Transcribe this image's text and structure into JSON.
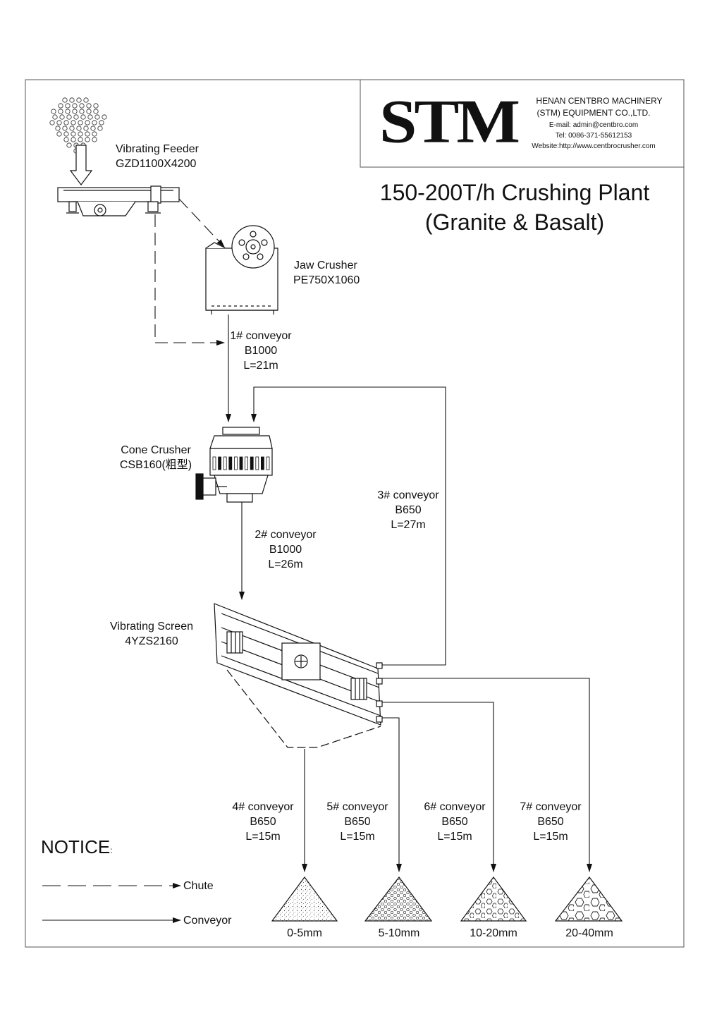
{
  "company": {
    "logo": "STM",
    "name_line1": "HENAN CENTBRO MACHINERY",
    "name_line2": "(STM) EQUIPMENT  CO.,LTD.",
    "email": "E-mail:  admin@centbro.com",
    "tel": "Tel:  0086-371-55612153",
    "website": "Website:http://www.centbrocrusher.com"
  },
  "title": {
    "line1": "150-200T/h Crushing Plant",
    "line2": "(Granite & Basalt)"
  },
  "equipment": {
    "feeder": {
      "name": "Vibrating Feeder",
      "model": "GZD1100X4200"
    },
    "jaw": {
      "name": "Jaw Crusher",
      "model": "PE750X1060"
    },
    "cone": {
      "name": "Cone Crusher",
      "model": "CSB160(粗型)"
    },
    "screen": {
      "name": "Vibrating Screen",
      "model": "4YZS2160"
    }
  },
  "conveyors": [
    {
      "name": "1# conveyor",
      "width": "B1000",
      "length": "L=21m"
    },
    {
      "name": "2# conveyor",
      "width": "B1000",
      "length": "L=26m"
    },
    {
      "name": "3# conveyor",
      "width": "B650",
      "length": "L=27m"
    },
    {
      "name": "4# conveyor",
      "width": "B650",
      "length": "L=15m"
    },
    {
      "name": "5# conveyor",
      "width": "B650",
      "length": "L=15m"
    },
    {
      "name": "6# conveyor",
      "width": "B650",
      "length": "L=15m"
    },
    {
      "name": "7# conveyor",
      "width": "B650",
      "length": "L=15m"
    }
  ],
  "products": [
    "0-5mm",
    "5-10mm",
    "10-20mm",
    "20-40mm"
  ],
  "notice": {
    "title": "NOTICE",
    "colon": ":",
    "chute": "Chute",
    "conveyor": "Conveyor"
  },
  "icons": {
    "feed": "hopper-material-icon",
    "feeder": "vibrating-feeder-icon",
    "jaw": "jaw-crusher-icon",
    "cone": "cone-crusher-icon",
    "screen": "vibrating-screen-icon",
    "pile": "stockpile-icon"
  },
  "colors": {
    "line": "#111111",
    "background": "#ffffff"
  }
}
